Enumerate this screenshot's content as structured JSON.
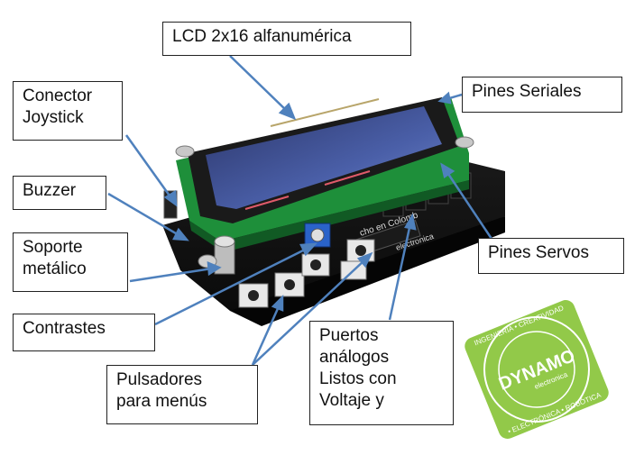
{
  "labels": {
    "lcd": "LCD 2x16 alfanumérica",
    "seriales": "Pines Seriales",
    "joystick": "Conector\nJoystick",
    "buzzer": "Buzzer",
    "soporte": "Soporte\nmetálico",
    "servos": "Pines Servos",
    "contrastes": "Contrastes",
    "puertos": "Puertos\nanálogos\nListos con\nVoltaje y",
    "pulsadores": "Pulsadores\npara menús"
  },
  "board_silkscreen": {
    "made_in": "cho en Colomb",
    "brand": "electronica"
  },
  "logo": {
    "top_arc": "INGENIERÍA • CREATIVIDAD",
    "name": "DYNAMO",
    "sub": "electronica",
    "bottom_arc": "• ELECTRÓNICA • ROBÓTICA"
  },
  "colors": {
    "arrow": "#4f81bd",
    "logo_green": "#8cc63f",
    "pcb_green": "#1e8f3a",
    "lcd_screen": "#3a4a8a"
  }
}
